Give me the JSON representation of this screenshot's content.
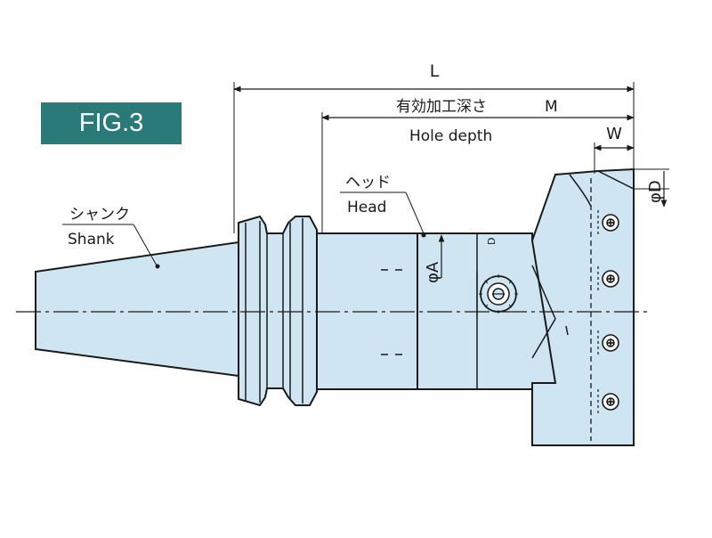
{
  "figure": {
    "label": "FIG.3"
  },
  "dimensions": {
    "overall_length": "L",
    "hole_depth_jp": "有効加工深さ",
    "hole_depth_symbol": "M",
    "hole_depth_en": "Hole depth",
    "width": "W",
    "diameter_d": "φD",
    "diameter_a": "φA"
  },
  "parts": {
    "head_jp": "ヘッド",
    "head_en": "Head",
    "shank_jp": "シャンク",
    "shank_en": "Shank",
    "marker_d": "D"
  },
  "colors": {
    "badge": "#2a7a7a",
    "body_fill": "#cfe6f2",
    "outline": "#1a1a1a"
  }
}
